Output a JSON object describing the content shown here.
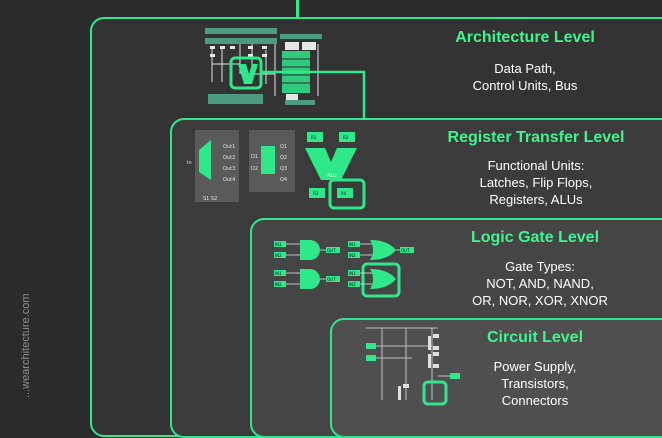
{
  "levels": [
    {
      "title": "Architecture Level",
      "lines": [
        "Data Path,",
        "Control Units, Bus"
      ]
    },
    {
      "title": "Register Transfer Level",
      "lines": [
        "Functional Units:",
        "Latches, Flip Flops,",
        "Registers, ALUs"
      ]
    },
    {
      "title": "Logic Gate Level",
      "lines": [
        "Gate Types:",
        "NOT, AND, NAND,",
        "OR, NOR, XOR, XNOR"
      ]
    },
    {
      "title": "Circuit Level",
      "lines": [
        "Power Supply,",
        "Transistors,",
        "Connectors"
      ]
    }
  ],
  "watermark": "...wearchitecture.com",
  "rtl_labels": {
    "mux_outputs": [
      "Out1",
      "Out2",
      "Out3",
      "Out4"
    ],
    "mux_input": "In",
    "mux_selects": [
      "S1",
      "S2"
    ],
    "latch_inputs": [
      "D1",
      "D2"
    ],
    "latch_outputs": [
      "Q1",
      "Q2",
      "Q3",
      "Q4"
    ],
    "alu": "ALU",
    "registers": [
      "R1",
      "R2",
      "R3",
      "R4"
    ]
  },
  "gate_labels": {
    "inputs": [
      "IN1",
      "IN2"
    ],
    "output": "OUT"
  },
  "colors": {
    "accent": "#2ee88a",
    "background": "#2b2b2b"
  }
}
